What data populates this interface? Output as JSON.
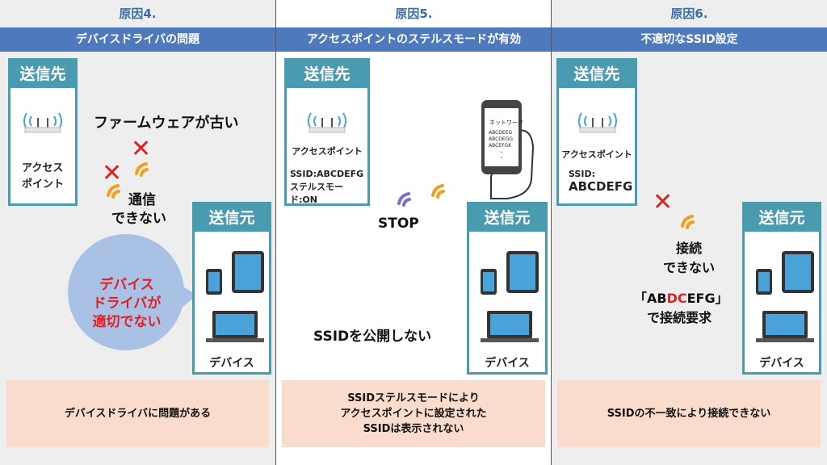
{
  "panels": [
    {
      "cause": "原因4.",
      "header": "デバイスドライバの問題",
      "dest_label": "送信先",
      "ap_label_line1": "アクセス",
      "ap_label_line2": "ポイント",
      "firmware_text": "ファームウェアが古い",
      "comm_line1": "通信",
      "comm_line2": "できない",
      "src_label": "送信元",
      "device_label": "デバイス",
      "bubble_line1": "デバイス",
      "bubble_line2": "ドライバが",
      "bubble_line3": "適切でない",
      "footer": "デバイスドライバに問題がある"
    },
    {
      "cause": "原因5.",
      "header": "アクセスポイントのステルスモードが有効",
      "dest_label": "送信先",
      "ap_label": "アクセスポイント",
      "ssid_line": "SSID:ABCDEFG",
      "stealth_line": "ステルスモード:ON",
      "phone_title": "ネットワーク",
      "phone_list": [
        "ABCDEEG",
        "ABCDEGG",
        "ABCEFGK",
        "・",
        "・"
      ],
      "stop_text": "STOP",
      "src_label": "送信元",
      "device_label": "デバイス",
      "ssid_hidden_text": "SSIDを公開しない",
      "footer_line1": "SSIDステルスモードにより",
      "footer_line2": "アクセスポイントに設定された",
      "footer_line3": "SSIDは表示されない"
    },
    {
      "cause": "原因6.",
      "header": "不適切なSSID設定",
      "dest_label": "送信先",
      "ap_label": "アクセスポイント",
      "ssid_label": "SSID:",
      "ssid_value": "ABCDEFG",
      "conn_line1": "接続",
      "conn_line2": "できない",
      "req_open": "「AB",
      "req_red": "DC",
      "req_close": "EFG」",
      "req_line2": "で接続要求",
      "src_label": "送信元",
      "device_label": "デバイス",
      "footer": "SSIDの不一致により接続できない"
    }
  ],
  "colors": {
    "header_bg": "#4e79bd",
    "cause_text": "#3a6ea5",
    "box_teal": "#4a9ab0",
    "footer_bg": "#f9dccb",
    "error_red": "#e02020",
    "signal_orange": "#f0a020",
    "signal_purple": "#7a6fd0",
    "bubble_blue": "#a9c1e4"
  }
}
